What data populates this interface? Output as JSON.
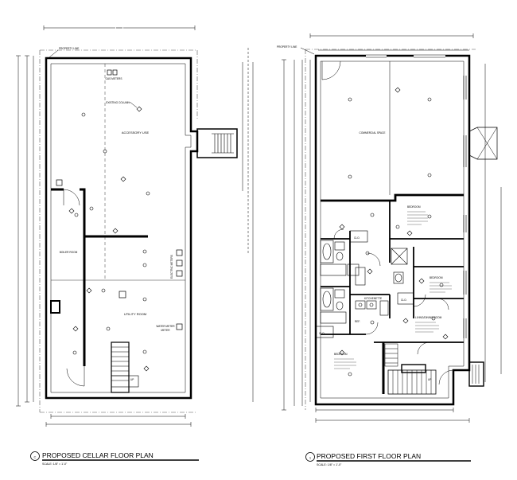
{
  "colors": {
    "line": "#000000",
    "background": "#ffffff",
    "dash": "#555555"
  },
  "cellar": {
    "title": "PROPOSED CELLAR FLOOR PLAN",
    "badge": "C",
    "scale": "SCALE: 1/8\" = 1'-0\"",
    "property_line": "PROPERTY LINE",
    "rooms": {
      "gas_meters": "GAS METERS",
      "existing_column": "EXISTING COLUMN",
      "accessory_use": "ACCESSORY USE",
      "boiler_room": "BOILER ROOM",
      "electric_meters": "ELECTRIC METERS",
      "utility_room": "UTILITY ROOM",
      "water_meter": "WATER METER",
      "up": "UP"
    }
  },
  "first": {
    "title": "PROPOSED FIRST FLOOR PLAN",
    "badge": "1",
    "scale": "SCALE: 1/8\" = 1'-0\"",
    "property_line": "PROPERTY LINE",
    "rooms": {
      "commercial_space": "COMMERCIAL SPACE",
      "bedroom_1": "BEDROOM",
      "bedroom_2": "BEDROOM",
      "bedroom_3": "BEDROOM",
      "kitchenette": "KITCHENETTE",
      "living_dining": "LIVING/DINING ROOM",
      "clo_1": "CLO.",
      "clo_2": "CLO.",
      "clo_3": "CLO.",
      "ref": "REF.",
      "up": "UP"
    }
  }
}
